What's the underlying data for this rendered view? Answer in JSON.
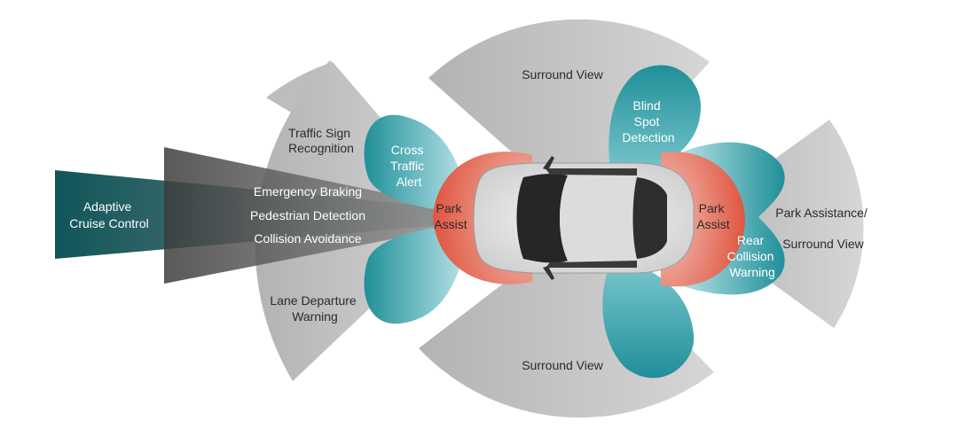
{
  "colors": {
    "gray_zone": "#bdbdbd",
    "teal_zone": "#1f8f99",
    "teal_light": "#a9dfe3",
    "red_zone": "#e0553f",
    "dark_beam": "#4f4f4f",
    "beam_teal": "#0f5659",
    "car_body": "#e8e8e8",
    "car_glass": "#262626",
    "label_dark": "#2b2b2b",
    "label_light": "#ffffff"
  },
  "labels": {
    "surround_view_top": "Surround View",
    "surround_view_bottom": "Surround View",
    "traffic_sign": [
      "Traffic Sign",
      "Recognition"
    ],
    "cross_traffic": [
      "Cross",
      "Traffic",
      "Alert"
    ],
    "adaptive_cruise": [
      "Adaptive",
      "Cruise Control"
    ],
    "emergency_braking": "Emergency Braking",
    "pedestrian_detection": "Pedestrian Detection",
    "collision_avoidance": "Collision Avoidance",
    "park_assist_front": [
      "Park",
      "Assist"
    ],
    "park_assist_rear": [
      "Park",
      "Assist"
    ],
    "lane_departure": [
      "Lane Departure",
      "Warning"
    ],
    "blind_spot": [
      "Blind",
      "Spot",
      "Detection"
    ],
    "rear_collision": [
      "Rear",
      "Collision",
      "Warning"
    ],
    "park_assistance_surround": [
      "Park Assistance/",
      "Surround View"
    ]
  }
}
